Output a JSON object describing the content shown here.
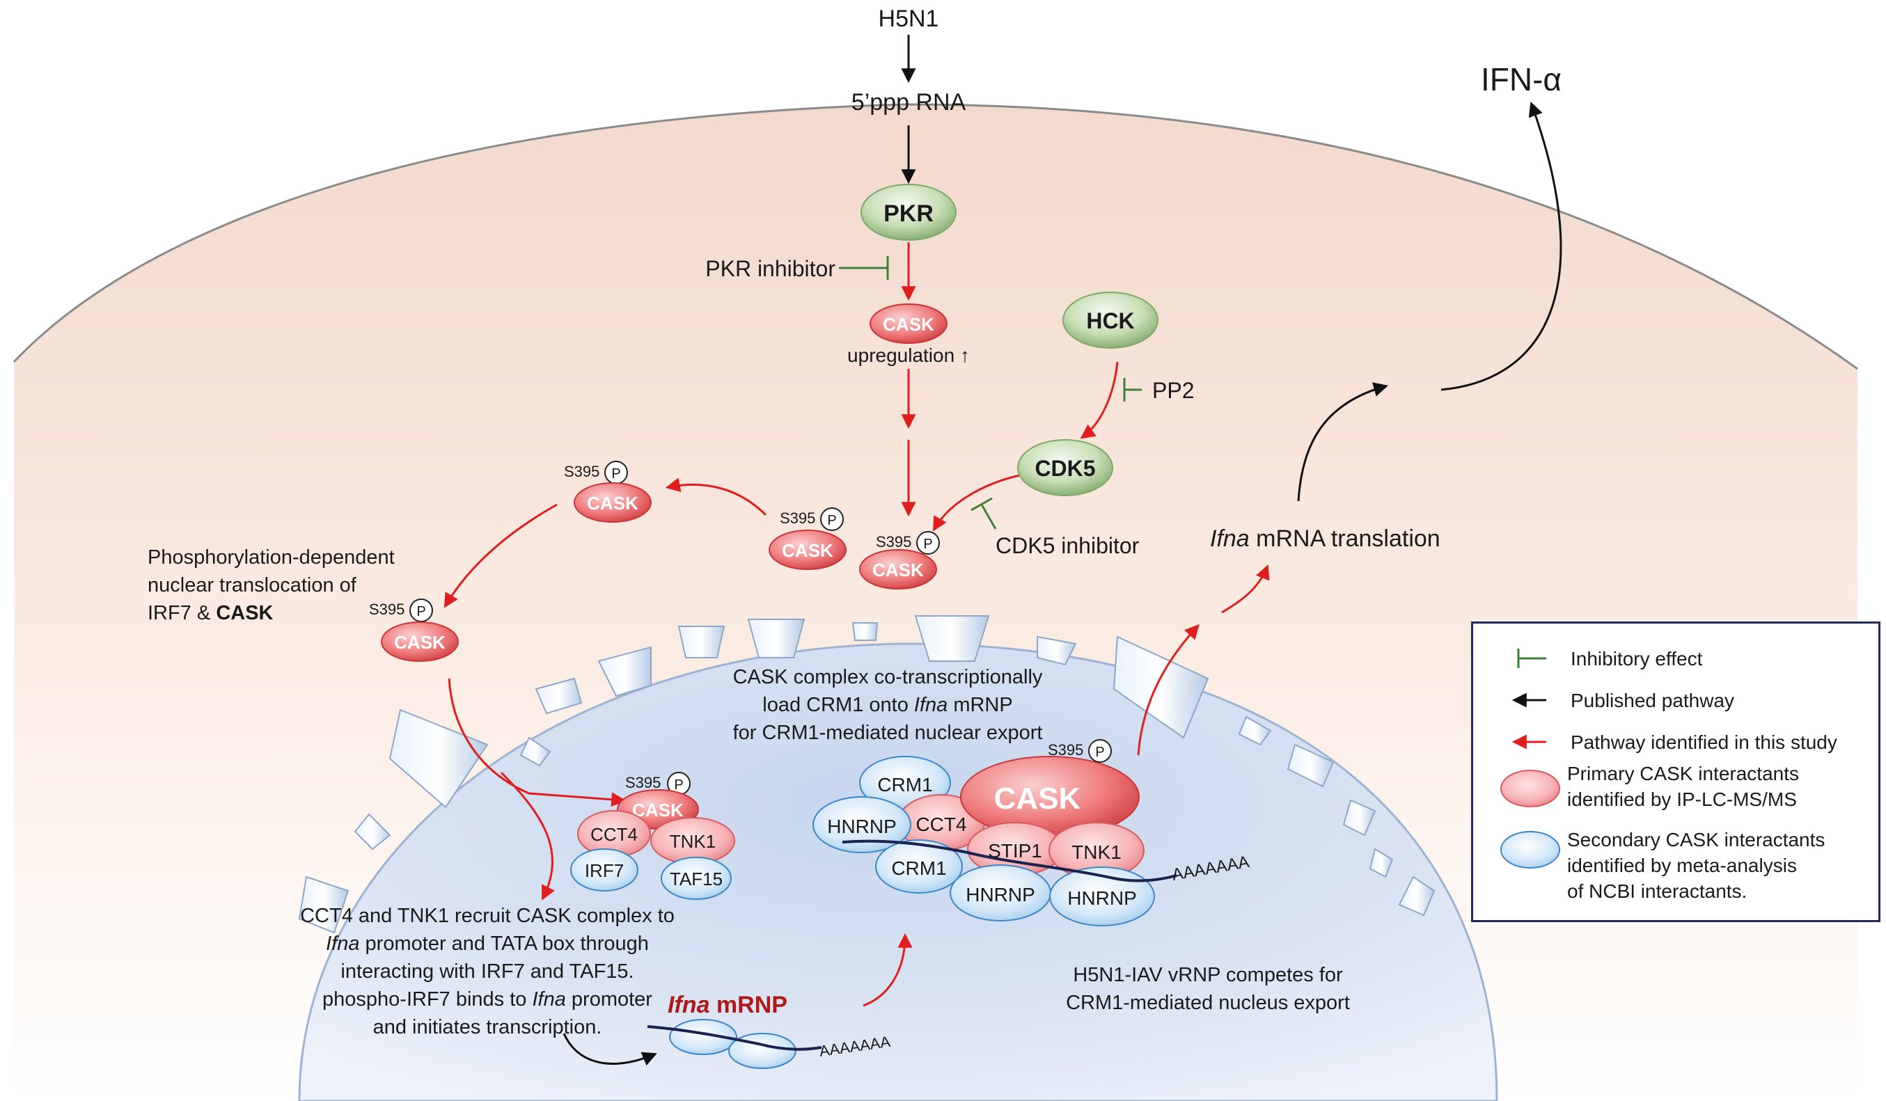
{
  "inputs": {
    "virus": "H5N1",
    "rna": "5’ppp RNA"
  },
  "output": {
    "ifn": "IFN-α",
    "translation_italic": "Ifna",
    "translation_rest": " mRNA translation"
  },
  "proteins": {
    "pkr": "PKR",
    "hck": "HCK",
    "cdk5": "CDK5",
    "cask": "CASK",
    "cct4": "CCT4",
    "tnk1": "TNK1",
    "irf7": "IRF7",
    "taf15": "TAF15",
    "crm1": "CRM1",
    "hnrnp": "HNRNP",
    "stip1": "STIP1"
  },
  "phospho": {
    "site": "S395",
    "p": "P"
  },
  "inhibitors": {
    "pkr": "PKR inhibitor",
    "pp2": "PP2",
    "cdk5": "CDK5 inhibitor"
  },
  "labels": {
    "upregulation": "upregulation ↑",
    "translocation_lines": [
      "Phosphorylation-dependent",
      "nuclear translocation of"
    ],
    "translocation_last_a": "IRF7 & ",
    "translocation_last_b": "CASK",
    "complex_line1": "CASK complex co-transcriptionally",
    "complex_line2a": "load CRM1 onto ",
    "complex_line2b": "Ifna",
    "complex_line2c": " mRNP",
    "complex_line3": "for CRM1-mediated nuclear export",
    "recruit_line1": "CCT4 and TNK1 recruit CASK complex to",
    "recruit_line2a": "Ifna",
    "recruit_line2b": " promoter and TATA box through",
    "recruit_line3": "interacting with IRF7 and TAF15.",
    "recruit_line4a": "phospho-IRF7 binds to ",
    "recruit_line4b": "Ifna",
    "recruit_line4c": " promoter",
    "recruit_line5": "and initiates transcription.",
    "mrnp_italic": "Ifna",
    "mrnp_rest": " mRNP",
    "polya": "AAAAAAA",
    "vrnp_line1": "H5N1-IAV vRNP competes for",
    "vrnp_line2": "CRM1-mediated nucleus export"
  },
  "legend": {
    "inhibitory": "Inhibitory effect",
    "published": "Published pathway",
    "identified": "Pathway identified in this study",
    "primary_line1": "Primary CASK interactants",
    "primary_line2": "identified by IP-LC-MS/MS",
    "secondary_line1": "Secondary CASK interactants",
    "secondary_line2": "identified by meta-analysis",
    "secondary_line3": "of NCBI interactants."
  },
  "colors": {
    "inhibitory": "#3f7f3a",
    "published": "#111111",
    "identified": "#e01e1e",
    "primary_fill": "#f3a3a6",
    "secondary_fill": "#bfdcf4",
    "mrnp_text": "#b01818",
    "legend_border": "#1f2a5a"
  }
}
